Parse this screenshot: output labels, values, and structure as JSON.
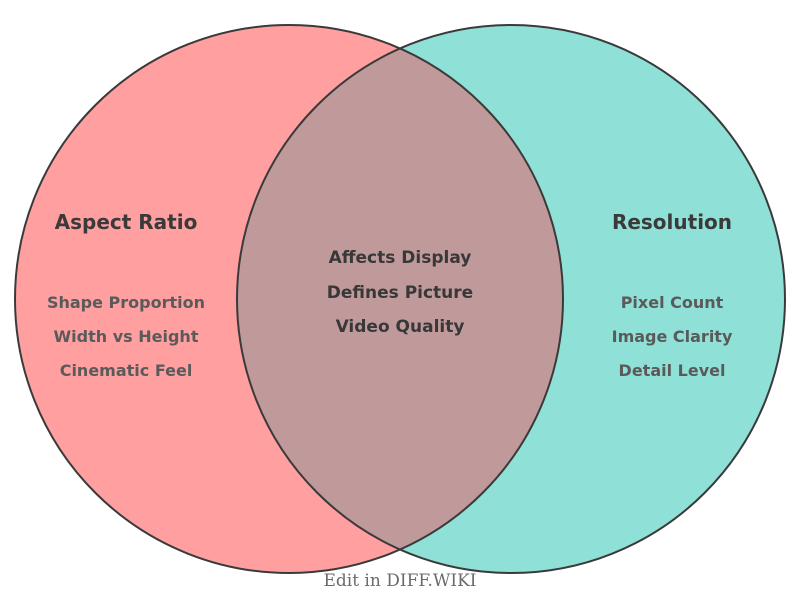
{
  "venn": {
    "left": {
      "title": "Aspect Ratio",
      "items": [
        "Shape Proportion",
        "Width vs Height",
        "Cinematic Feel"
      ],
      "color": "#ff9fa0"
    },
    "right": {
      "title": "Resolution",
      "items": [
        "Pixel Count",
        "Image Clarity",
        "Detail Level"
      ],
      "color": "#8fe0d6"
    },
    "intersection": {
      "items": [
        "Affects Display",
        "Defines Picture",
        "Video Quality"
      ],
      "color": "#c0999b"
    },
    "outline_color": "#3a3a3a"
  },
  "footer": {
    "caption": "Edit in DIFF.WIKI"
  }
}
